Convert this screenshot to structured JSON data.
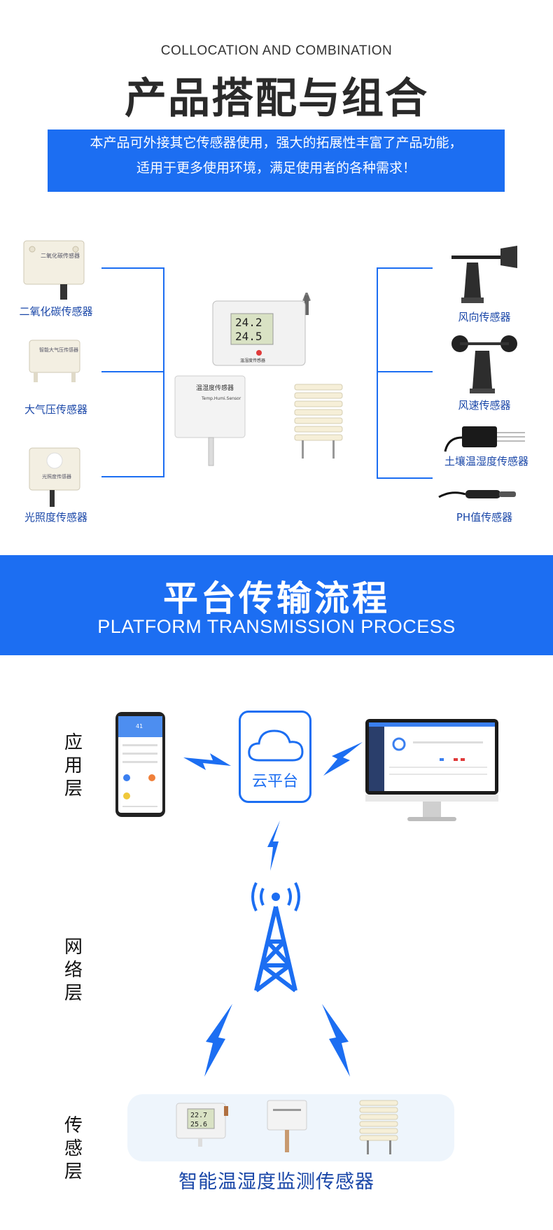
{
  "section1": {
    "en_title": "COLLOCATION AND COMBINATION",
    "cn_title": "产品搭配与组合",
    "desc_line1": "本产品可外接其它传感器使用，强大的拓展性丰富了产品功能，",
    "desc_line2": "适用于更多使用环境，满足使用者的各种需求！"
  },
  "left_sensors": [
    {
      "label": "二氧化碳传感器",
      "device_text": "二氧化碳传感器"
    },
    {
      "label": "大气压传感器",
      "device_text": "智能大气压传感器"
    },
    {
      "label": "光照度传感器",
      "device_text": "光照度传感器"
    }
  ],
  "right_sensors": [
    {
      "label": "风向传感器"
    },
    {
      "label": "风速传感器"
    },
    {
      "label": "土壤温湿度传感器"
    },
    {
      "label": "PH值传感器"
    }
  ],
  "center_devices": {
    "display_values": [
      "24.2",
      "24.5"
    ],
    "display_device_label": "温湿度传感器",
    "white_sensor_title": "温湿度传感器",
    "white_sensor_sub": "Temp.Humi.Sensor"
  },
  "section2": {
    "cn_title": "平台传输流程",
    "en_title": "PLATFORM TRANSMISSION PROCESS"
  },
  "layers": {
    "app": [
      "应",
      "用",
      "层"
    ],
    "network": [
      "网",
      "络",
      "层"
    ],
    "sensor": [
      "传",
      "感",
      "层"
    ]
  },
  "cloud_label": "云平台",
  "phone_value": "41",
  "bottom_title": "智能温湿度监测传感器",
  "bottom_display": [
    "22.7",
    "25.6"
  ],
  "colors": {
    "accent": "#1c6ef2",
    "label": "#1a47a8"
  }
}
